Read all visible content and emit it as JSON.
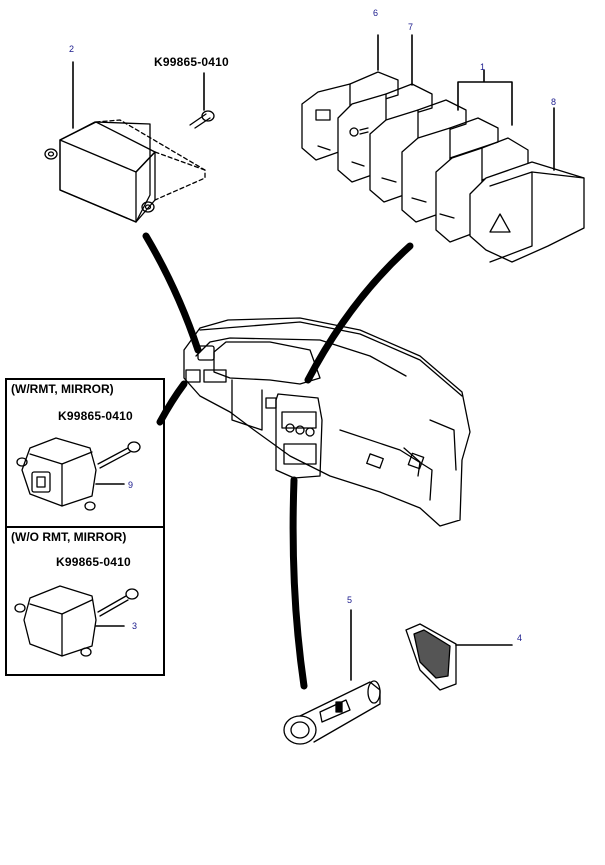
{
  "diagram": {
    "callouts": {
      "c1": "1",
      "c2": "2",
      "c3": "3",
      "c4": "4",
      "c5": "5",
      "c6": "6",
      "c7": "7",
      "c8": "8",
      "c9": "9"
    },
    "part_numbers": {
      "screw_top": "K99865-0410",
      "screw_with_mirror": "K99865-0410",
      "screw_without_mirror": "K99865-0410"
    },
    "variant_boxes": {
      "with_mirror_label": "(W/RMT, MIRROR)",
      "without_mirror_label": "(W/O RMT, MIRROR)"
    },
    "colors": {
      "line": "#000000",
      "callout_text": "#1a1a8c",
      "background": "#ffffff"
    }
  }
}
